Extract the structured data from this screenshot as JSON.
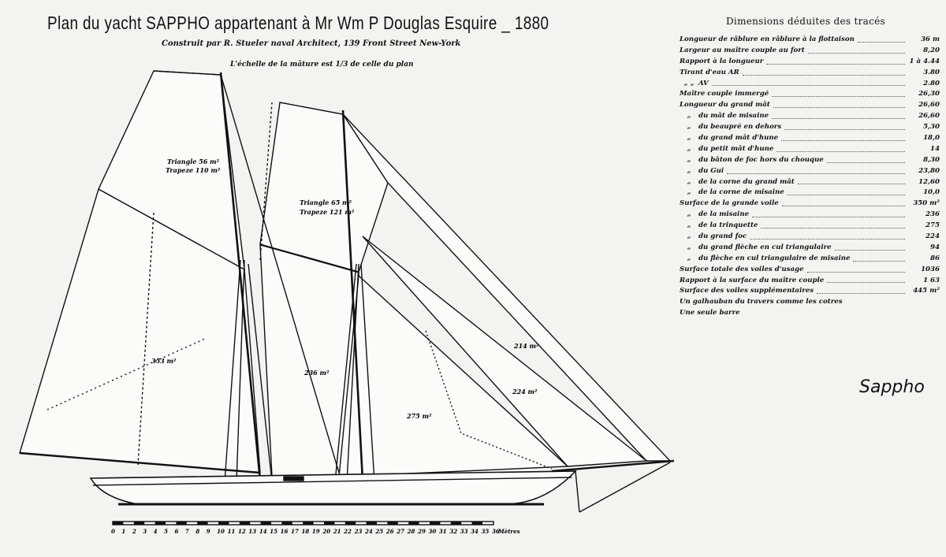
{
  "header": {
    "title": "Plan du yacht  SAPPHO  appartenant à Mr Wm P Douglas  Esquire _ 1880",
    "subtitle": "Construit par R. Stueler naval Architect, 139 Front Street New-York",
    "scale_note": "L'échelle de la mâture est 1/3 de celle du plan"
  },
  "sail_labels": {
    "main_topsail_triangle": "Triangle 56 m²",
    "main_topsail_trapeze": "Trapeze 110 m²",
    "fore_topsail_triangle": "Triangle 65 m²",
    "fore_topsail_trapeze": "Trapeze 121 m²",
    "mainsail": "353 m²",
    "foresail": "236 m²",
    "staysail": "275 m²",
    "jib": "224 m²",
    "jib_topsail": "214 m²"
  },
  "scale_bar": {
    "ticks": [
      "0",
      "1",
      "2",
      "3",
      "4",
      "5",
      "6",
      "7",
      "8",
      "9",
      "10",
      "11",
      "12",
      "13",
      "14",
      "15",
      "16",
      "17",
      "18",
      "19",
      "20",
      "21",
      "22",
      "23",
      "24",
      "25",
      "26",
      "27",
      "28",
      "29",
      "30",
      "31",
      "32",
      "33",
      "34",
      "35",
      "36"
    ],
    "unit": "Mètres"
  },
  "dimensions": {
    "title": "Dimensions déduites des tracés",
    "rows": [
      {
        "ditto": "",
        "label": "Longueur de râblure en râblure à la flottaison",
        "value": "36 m"
      },
      {
        "ditto": "",
        "label": "Largeur au maître couple au fort",
        "value": "8,20"
      },
      {
        "ditto": "",
        "label": "Rapport à la longueur",
        "value": "1 à 4.44"
      },
      {
        "ditto": "",
        "label": "Tirant d'eau AR",
        "value": "3.80"
      },
      {
        "ditto": "„    „",
        "label": "AV",
        "value": "2.80"
      },
      {
        "ditto": "",
        "label": "Maître couple immergé",
        "value": "26,30"
      },
      {
        "ditto": "",
        "label": "Longueur du grand mât",
        "value": "26,60"
      },
      {
        "ditto": "„",
        "label": "du mât de misaine",
        "value": "26,60"
      },
      {
        "ditto": "„",
        "label": "du beaupré en dehors",
        "value": "5,30"
      },
      {
        "ditto": "„",
        "label": "du grand mât d'hune",
        "value": "18,0"
      },
      {
        "ditto": "„",
        "label": "du petit mât d'hune",
        "value": "14"
      },
      {
        "ditto": "„",
        "label": "du bâton de foc hors du chouque",
        "value": "8,30"
      },
      {
        "ditto": "„",
        "label": "du Gui",
        "value": "23,80"
      },
      {
        "ditto": "„",
        "label": "de la corne du grand mât",
        "value": "12,60"
      },
      {
        "ditto": "„",
        "label": "de la corne de misaine",
        "value": "10,0"
      },
      {
        "ditto": "",
        "label": "Surface   de la grande voile",
        "value": "350 m²"
      },
      {
        "ditto": "„",
        "label": "de la misaine",
        "value": "236"
      },
      {
        "ditto": "„",
        "label": "de la trinquette",
        "value": "275"
      },
      {
        "ditto": "„",
        "label": "du grand foc",
        "value": "224"
      },
      {
        "ditto": "„",
        "label": "du grand flèche en cul triangulaire",
        "value": "94"
      },
      {
        "ditto": "„",
        "label": "du flèche en cul triangulaire de misaine",
        "value": "86"
      },
      {
        "ditto": "",
        "label": "Surface totale des voiles d'usage",
        "value": "1036"
      },
      {
        "ditto": "",
        "label": "Rapport à la surface du maître couple",
        "value": "1 63"
      },
      {
        "ditto": "",
        "label": "Surface des voiles supplémentaires",
        "value": "445 m²"
      },
      {
        "ditto": "",
        "label": "Un galhauban du travers comme les cotres",
        "value": ""
      },
      {
        "ditto": "",
        "label": "Une seule barre",
        "value": ""
      }
    ]
  },
  "caption": "Sappho"
}
